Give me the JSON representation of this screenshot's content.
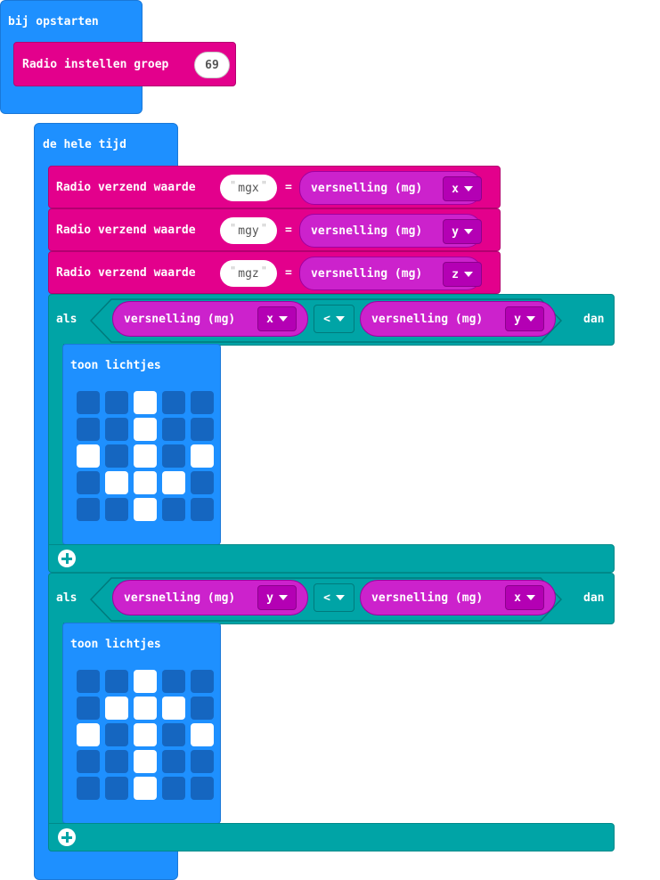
{
  "on_start": {
    "label": "bij opstarten",
    "radio_set_group": {
      "label": "Radio instellen groep",
      "value": "69"
    }
  },
  "forever": {
    "label": "de hele tijd",
    "sends": [
      {
        "label": "Radio verzend waarde",
        "name": "mgx",
        "equals": "=",
        "accel_label": "versnelling (mg)",
        "axis": "x"
      },
      {
        "label": "Radio verzend waarde",
        "name": "mgy",
        "equals": "=",
        "accel_label": "versnelling (mg)",
        "axis": "y"
      },
      {
        "label": "Radio verzend waarde",
        "name": "mgz",
        "equals": "=",
        "accel_label": "versnelling (mg)",
        "axis": "z"
      }
    ],
    "ifs": [
      {
        "if_label": "als",
        "then_label": "dan",
        "left": {
          "label": "versnelling (mg)",
          "axis": "x"
        },
        "operator": "<",
        "right": {
          "label": "versnelling (mg)",
          "axis": "y"
        },
        "show_leds": {
          "label": "toon lichtjes",
          "grid": [
            [
              0,
              0,
              1,
              0,
              0
            ],
            [
              0,
              0,
              1,
              0,
              0
            ],
            [
              1,
              0,
              1,
              0,
              1
            ],
            [
              0,
              1,
              1,
              1,
              0
            ],
            [
              0,
              0,
              1,
              0,
              0
            ]
          ]
        }
      },
      {
        "if_label": "als",
        "then_label": "dan",
        "left": {
          "label": "versnelling (mg)",
          "axis": "y"
        },
        "operator": "<",
        "right": {
          "label": "versnelling (mg)",
          "axis": "x"
        },
        "show_leds": {
          "label": "toon lichtjes",
          "grid": [
            [
              0,
              0,
              1,
              0,
              0
            ],
            [
              0,
              1,
              1,
              1,
              0
            ],
            [
              1,
              0,
              1,
              0,
              1
            ],
            [
              0,
              0,
              1,
              0,
              0
            ],
            [
              0,
              0,
              1,
              0,
              0
            ]
          ]
        }
      }
    ]
  },
  "colors": {
    "basic_blue": "#1e90ff",
    "radio_pink": "#e3008c",
    "input_magenta": "#cc22cc",
    "logic_teal": "#00a4a6",
    "led_off": "#1566c0",
    "led_on": "#ffffff"
  },
  "icons": {
    "add": "plus-circle-icon",
    "dropdown": "triangle-down-icon"
  }
}
